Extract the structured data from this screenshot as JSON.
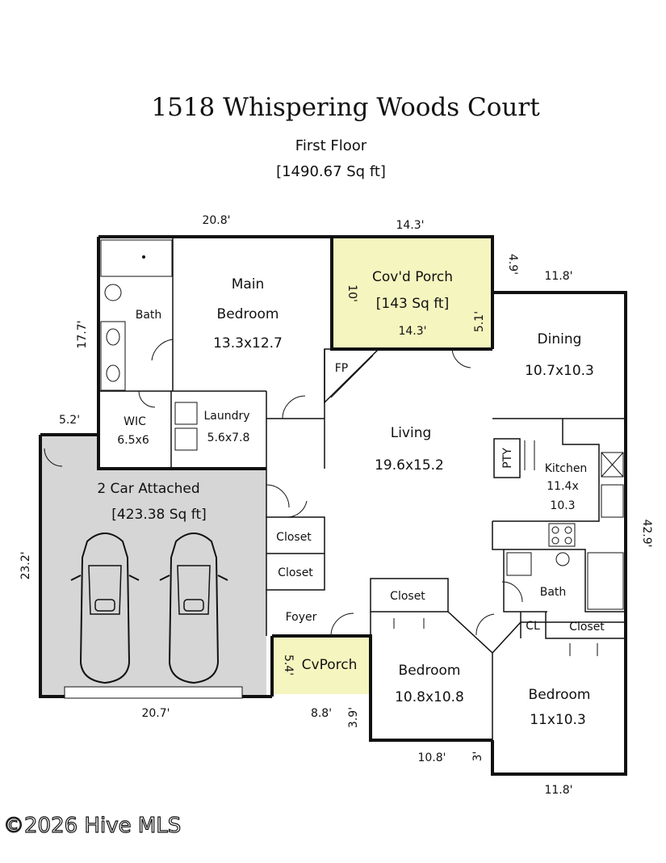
{
  "header": {
    "address": "1518 Whispering Woods Court",
    "floor": "First Floor",
    "area": "[1490.67 Sq ft]"
  },
  "rooms": {
    "main_bedroom": {
      "name": "Main",
      "name2": "Bedroom",
      "size": "13.3x12.7"
    },
    "bath_main": {
      "name": "Bath"
    },
    "wic": {
      "name": "WIC",
      "size": "6.5x6"
    },
    "laundry": {
      "name": "Laundry",
      "size": "5.6x7.8"
    },
    "covd_porch": {
      "name": "Cov'd Porch",
      "size": "[143 Sq ft]"
    },
    "fp": {
      "name": "FP"
    },
    "dining": {
      "name": "Dining",
      "size": "10.7x10.3"
    },
    "living": {
      "name": "Living",
      "size": "19.6x15.2"
    },
    "pty": {
      "name": "PTY"
    },
    "kitchen": {
      "name": "Kitchen",
      "size": "11.4x",
      "size2": "10.3"
    },
    "garage": {
      "name": "2 Car Attached",
      "size": "[423.38 Sq ft]"
    },
    "closet1": {
      "name": "Closet"
    },
    "closet2": {
      "name": "Closet"
    },
    "foyer": {
      "name": "Foyer"
    },
    "cv_porch": {
      "name": "CvPorch"
    },
    "closet3": {
      "name": "Closet"
    },
    "bath2": {
      "name": "Bath"
    },
    "cl": {
      "name": "CL"
    },
    "closet4": {
      "name": "Closet"
    },
    "bedroom2": {
      "name": "Bedroom",
      "size": "10.8x10.8"
    },
    "bedroom3": {
      "name": "Bedroom",
      "size": "11x10.3"
    }
  },
  "dimensions": {
    "top_left": "20.8'",
    "top_right": "14.3'",
    "porch_right": "4.9'",
    "dining_top": "11.8'",
    "left_bath": "17.7'",
    "porch_inner_left": "10'",
    "porch_inner_right": "5.1'",
    "porch_inner_bottom": "14.3'",
    "wic_left": "5.2'",
    "right_side": "42.9'",
    "garage_left": "23.2'",
    "cvporch_left": "5.4'",
    "garage_bottom": "20.7'",
    "cvporch_bottom": "8.8'",
    "cvporch_right": "3.9'",
    "bed2_bottom": "10.8'",
    "bed2_step": "3'",
    "bed3_bottom": "11.8'"
  },
  "watermark": "©2026 Hive MLS",
  "colors": {
    "porch_fill": "#f5f5bf",
    "garage_fill": "#d6d6d6",
    "cvporch_fill": "#f5f5bf"
  }
}
